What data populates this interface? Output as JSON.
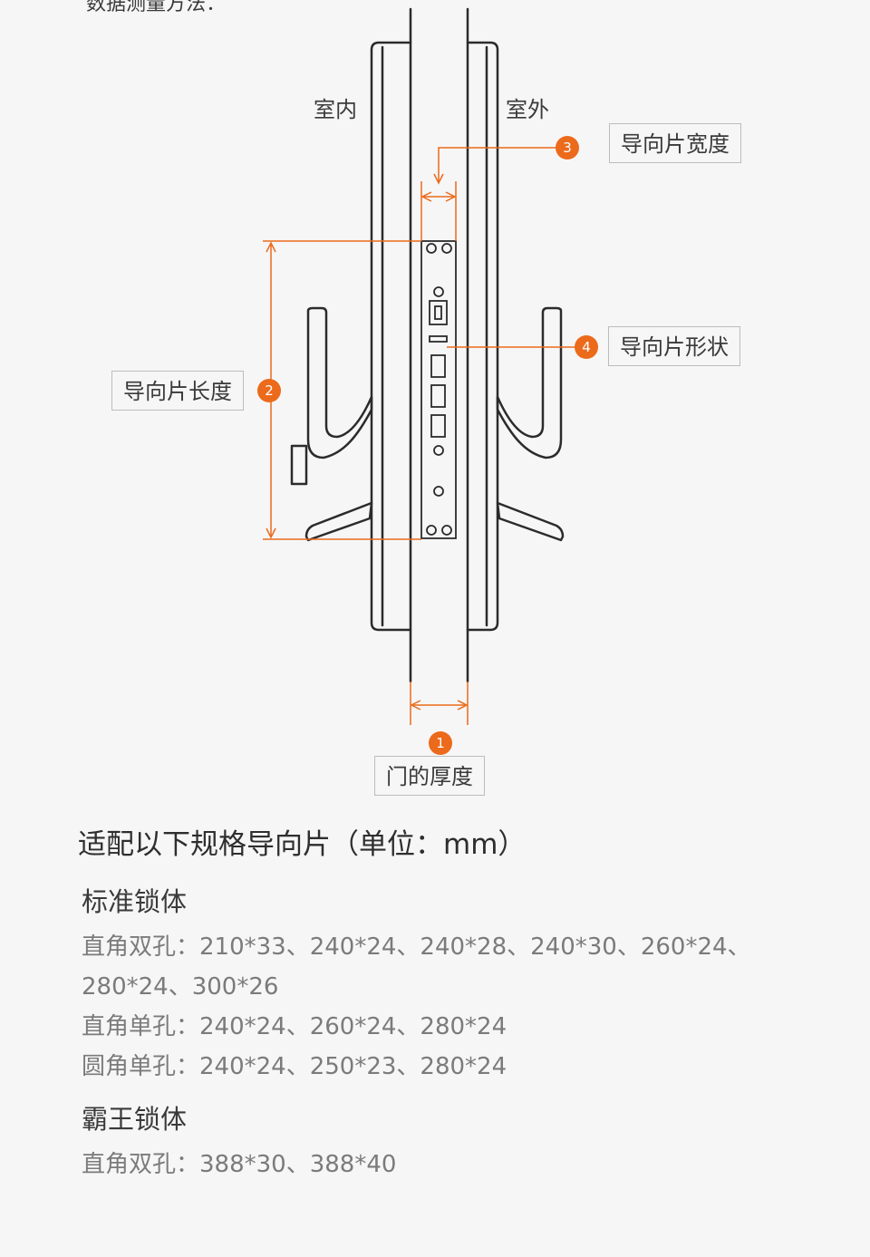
{
  "top_text": "数据测量方法：",
  "diagram": {
    "side_labels": {
      "indoor": "室内",
      "outdoor": "室外"
    },
    "callouts": [
      {
        "number": "1",
        "label": "门的厚度"
      },
      {
        "number": "2",
        "label": "导向片长度"
      },
      {
        "number": "3",
        "label": "导向片宽度"
      },
      {
        "number": "4",
        "label": "导向片形状"
      }
    ],
    "accent_color": "#ec6a1b"
  },
  "specs": {
    "title": "适配以下规格导向片（单位：mm）",
    "groups": [
      {
        "name": "标准锁体",
        "lines": [
          "直角双孔：210*33、240*24、240*28、240*30、260*24、",
          "280*24、300*26",
          "直角单孔：240*24、260*24、280*24",
          "圆角单孔：240*24、250*23、280*24"
        ]
      },
      {
        "name": "霸王锁体",
        "lines": [
          "直角双孔：388*30、388*40"
        ]
      }
    ]
  }
}
